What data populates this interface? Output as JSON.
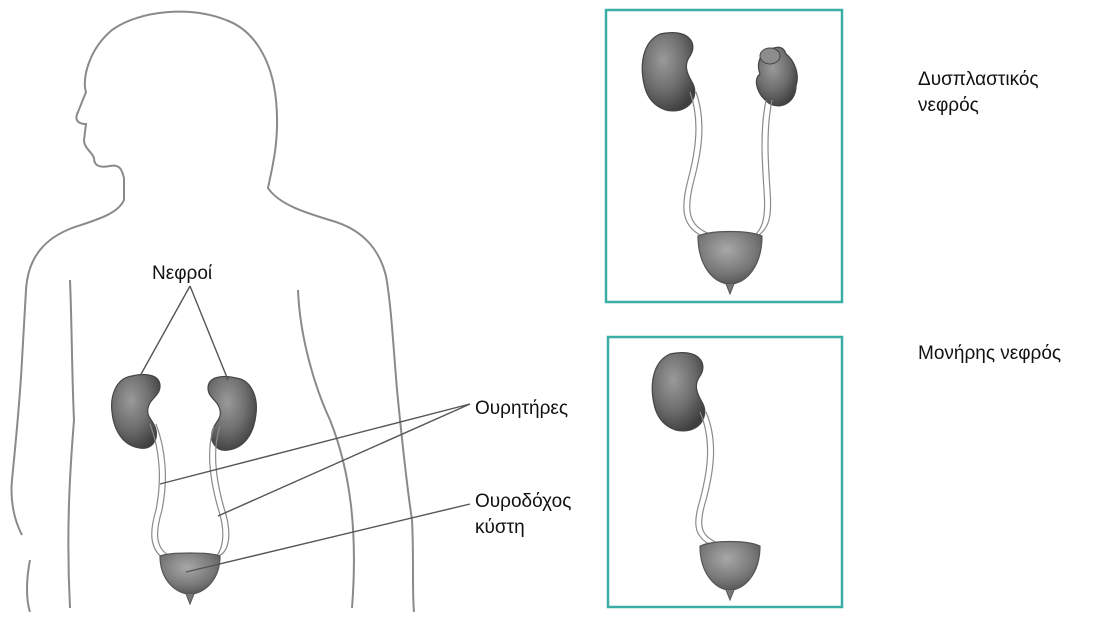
{
  "labels": {
    "kidneys": "Νεφροί",
    "ureters": "Ουρητήρες",
    "bladder_line1": "Ουροδόχος",
    "bladder_line2": "κύστη",
    "dysplastic_line1": "Δυσπλαστικός",
    "dysplastic_line2": "νεφρός",
    "solitary": "Μονήρης νεφρός"
  },
  "colors": {
    "frame": "#3aaea6",
    "outline": "#8a8a8a",
    "kidney_fill": "#6e6e6e",
    "kidney_dark": "#4a4a4a",
    "leader_line": "#555555"
  }
}
